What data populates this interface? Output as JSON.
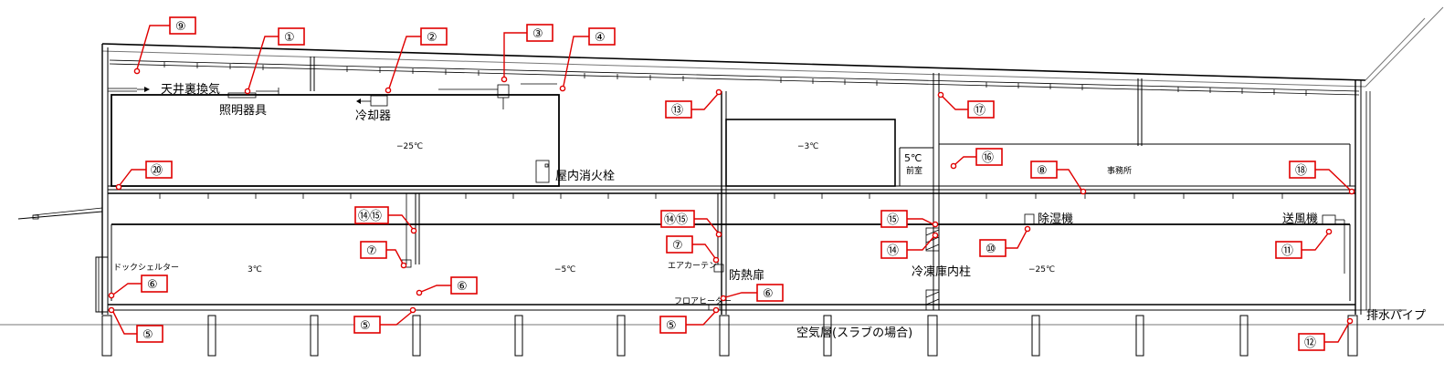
{
  "labels": {
    "ceiling_vent": "天井裏換気",
    "lighting": "照明器具",
    "cooler": "冷却器",
    "fire_hydrant": "屋内消火栓",
    "temp_room1": "−25℃",
    "temp_room2": "−3℃",
    "temp_ante": "5℃",
    "anteroom": "前室",
    "office": "事務所",
    "dock_shelter": "ドックシェルター",
    "temp_low1": "3℃",
    "temp_low2": "−5℃",
    "air_curtain": "エアカーテン",
    "fire_door": "防熱扉",
    "floor_heater": "フロアヒーター",
    "dehumidifier": "除湿機",
    "blower": "送風機",
    "freezer_column": "冷凍庫内柱",
    "temp_low3": "−25℃",
    "air_layer": "空気層(スラブの場合)",
    "drain_pipe": "排水パイプ"
  },
  "callouts": {
    "c1": "①",
    "c2": "②",
    "c3": "③",
    "c4": "④",
    "c5": "⑤",
    "c6": "⑥",
    "c7": "⑦",
    "c8": "⑧",
    "c9": "⑨",
    "c10": "⑩",
    "c11": "⑪",
    "c12": "⑫",
    "c13": "⑬",
    "c14": "⑭",
    "c15": "⑮",
    "c1415": "⑭⑮",
    "c16": "⑯",
    "c17": "⑰",
    "c18": "⑱",
    "c20": "⑳"
  },
  "colors": {
    "callout": "#e00000",
    "line": "#000000"
  }
}
